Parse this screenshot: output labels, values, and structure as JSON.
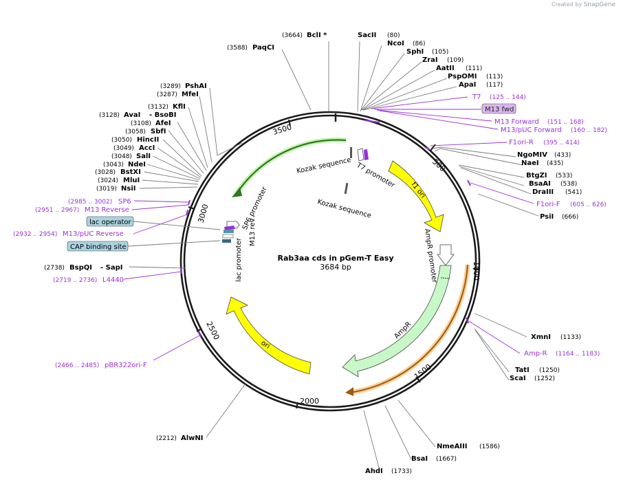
{
  "header": {
    "created_by": "Created by",
    "brand": "SnapGene"
  },
  "plasmid": {
    "name": "Rab3aa cds in pGem-T Easy",
    "length_label": "3684 bp",
    "length": 3684
  },
  "colors": {
    "backbone": "#1a1a1a",
    "feature_yellow": "#ffff00",
    "feature_green": "#c8f7c8",
    "primer": "#9b30d9",
    "orange_glow": "#f0a030",
    "green_glow": "#8be05a",
    "arrow_dark_green": "#2c7a1c",
    "label_box_blue": "#aad3e0",
    "label_box_purple": "#dcb6ee"
  },
  "ticks": [
    {
      "label": "500",
      "pos": 500
    },
    {
      "label": "1000",
      "pos": 1000
    },
    {
      "label": "1500",
      "pos": 1500
    },
    {
      "label": "2000",
      "pos": 2000
    },
    {
      "label": "2500",
      "pos": 2500
    },
    {
      "label": "3000",
      "pos": 3000
    },
    {
      "label": "3500",
      "pos": 3500
    }
  ],
  "feature_labels": {
    "f1_ori": "f1 ori",
    "ampr_promoter": "AmpR promoter",
    "ampr": "AmpR",
    "ori": "ori",
    "lac_promoter": "lac promoter",
    "m13_rev": "M13 rev",
    "sp6_promoter": "SP6 promoter",
    "t7_promoter": "T7 promoter",
    "kozak_1": "Kozak sequence",
    "kozak_2": "Kozak sequence"
  },
  "enzymes": [
    {
      "name": "BclI *",
      "pos": "(3664)"
    },
    {
      "name": "PaqCI",
      "pos": "(3588)"
    },
    {
      "name": "SacII",
      "pos": "(80)"
    },
    {
      "name": "NcoI",
      "pos": "(86)"
    },
    {
      "name": "SphI",
      "pos": "(105)"
    },
    {
      "name": "ZraI",
      "pos": "(109)"
    },
    {
      "name": "AatII",
      "pos": "(111)"
    },
    {
      "name": "PspOMI",
      "pos": "(113)"
    },
    {
      "name": "ApaI",
      "pos": "(117)"
    },
    {
      "name": "NgoMIV",
      "pos": "(433)"
    },
    {
      "name": "NaeI",
      "pos": "(435)"
    },
    {
      "name": "BtgZI",
      "pos": "(533)"
    },
    {
      "name": "BsaAI",
      "pos": "(538)"
    },
    {
      "name": "DraIII",
      "pos": "(541)"
    },
    {
      "name": "PsiI",
      "pos": "(666)"
    },
    {
      "name": "XmnI",
      "pos": "(1133)"
    },
    {
      "name": "TatI",
      "pos": "(1250)"
    },
    {
      "name": "ScaI",
      "pos": "(1252)"
    },
    {
      "name": "NmeAIII",
      "pos": "(1586)"
    },
    {
      "name": "BsaI",
      "pos": "(1667)"
    },
    {
      "name": "AhdI",
      "pos": "(1733)"
    },
    {
      "name": "AlwNI",
      "pos": "(2212)"
    },
    {
      "name": "BspQI",
      "pos": "(2738)",
      "suffix": "- SapI"
    },
    {
      "name": "NsiI",
      "pos": "(3019)"
    },
    {
      "name": "MluI",
      "pos": "(3024)"
    },
    {
      "name": "BstXI",
      "pos": "(3028)"
    },
    {
      "name": "NdeI",
      "pos": "(3043)"
    },
    {
      "name": "SalI",
      "pos": "(3048)"
    },
    {
      "name": "AccI",
      "pos": "(3049)"
    },
    {
      "name": "HincII",
      "pos": "(3050)"
    },
    {
      "name": "SbfI",
      "pos": "(3058)"
    },
    {
      "name": "AfeI",
      "pos": "(3108)"
    },
    {
      "name": "AvaI",
      "pos": "(3128)",
      "suffix": "- BsoBI"
    },
    {
      "name": "KflI",
      "pos": "(3132)"
    },
    {
      "name": "MfeI",
      "pos": "(3287)"
    },
    {
      "name": "PshAI",
      "pos": "(3289)"
    }
  ],
  "primers": [
    {
      "name": "T7",
      "range": "(125 .. 144)"
    },
    {
      "name": "M13 fwd",
      "range": ""
    },
    {
      "name": "M13 Forward",
      "range": "(151 .. 168)"
    },
    {
      "name": "M13/pUC Forward",
      "range": "(160 .. 182)"
    },
    {
      "name": "F1ori-R",
      "range": "(395 .. 414)"
    },
    {
      "name": "F1ori-F",
      "range": "(605 .. 626)"
    },
    {
      "name": "Amp-R",
      "range": "(1164 .. 1183)"
    },
    {
      "name": "pBR322ori-F",
      "range": "(2466 .. 2485)"
    },
    {
      "name": "L4440",
      "range": "(2719 .. 2736)"
    },
    {
      "name": "M13/pUC Reverse",
      "range": "(2932 .. 2954)"
    },
    {
      "name": "M13 Reverse",
      "range": "(2951 .. 2967)"
    },
    {
      "name": "SP6",
      "range": "(2985 .. 3002)"
    }
  ],
  "boxed_features": {
    "lac_operator": "lac operator",
    "cap_site": "CAP binding site"
  }
}
